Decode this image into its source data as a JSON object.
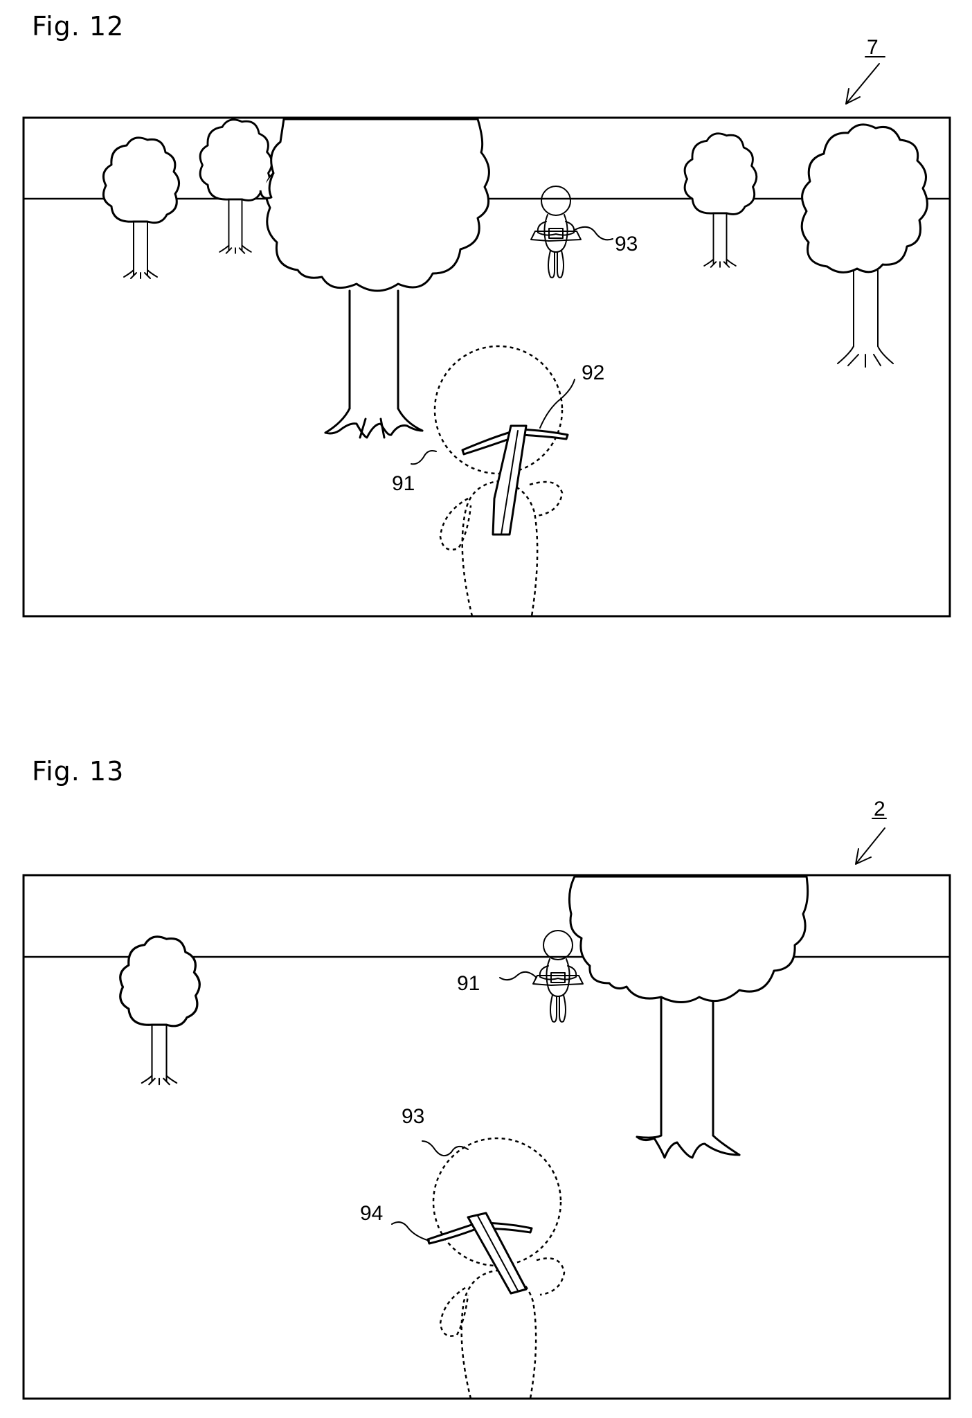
{
  "figures": [
    {
      "title": "Fig. 12",
      "screen_label": "7",
      "labels": {
        "player": "91",
        "weapon": "92",
        "opponent": "93"
      }
    },
    {
      "title": "Fig. 13",
      "screen_label": "2",
      "labels": {
        "opponent": "91",
        "player": "93",
        "weapon": "94"
      }
    }
  ]
}
